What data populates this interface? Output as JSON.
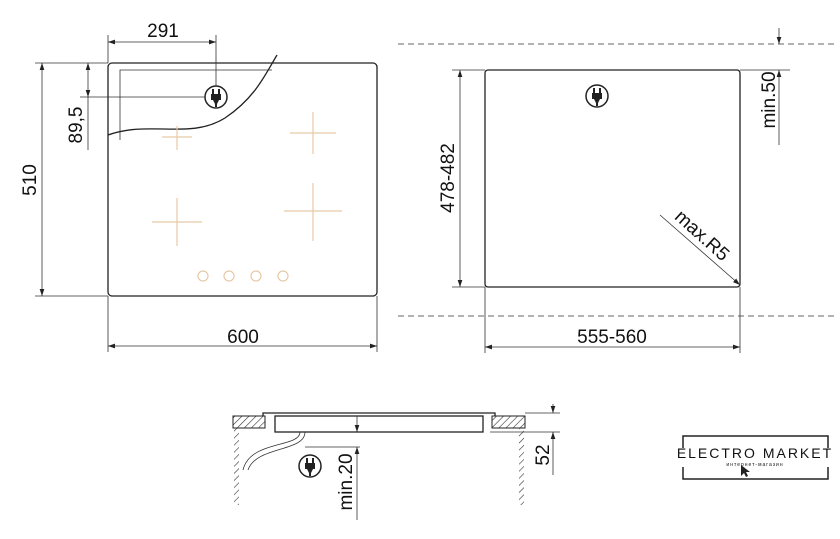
{
  "top_view": {
    "width_label": "600",
    "depth_label": "510",
    "plug_offset_x": "291",
    "plug_offset_y": "89,5"
  },
  "cutout_view": {
    "depth_label": "478-482",
    "width_label": "555-560",
    "clearance_label": "min.50",
    "radius_label": "max.R5"
  },
  "side_view": {
    "height_label": "52",
    "clearance_label": "min.20"
  },
  "logo": {
    "name": "ELECTRO MARKET",
    "subtitle": "интернет-магазин"
  },
  "colors": {
    "line": "#222222",
    "burner": "#e8c9a8"
  }
}
